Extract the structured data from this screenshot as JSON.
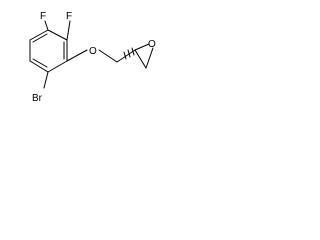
{
  "structure": {
    "atom_labels": {
      "fluorine_left": "F",
      "fluorine_right": "F",
      "bromine": "Br",
      "ether_oxygen": "O",
      "epoxide_oxygen": "O"
    }
  },
  "colors": {
    "ink": "#000000",
    "background": "#ffffff"
  }
}
